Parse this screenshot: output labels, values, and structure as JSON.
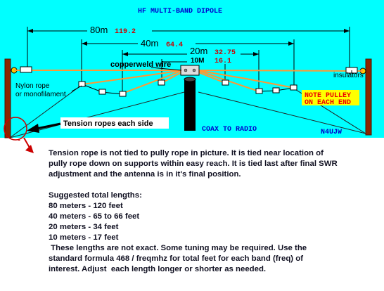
{
  "diagram": {
    "title": "HF MULTI-BAND DIPOLE",
    "bands": [
      {
        "label": "80m",
        "length": "119.2"
      },
      {
        "label": "40m",
        "length": "64.4"
      },
      {
        "label": "20m",
        "length": "32.75"
      },
      {
        "label": "10M",
        "length": "16.1"
      }
    ],
    "labels": {
      "copperweld": "copperweld wire",
      "insulators": "insulators",
      "nylon_line1": "Nylon rope",
      "nylon_line2": "or monofilament",
      "tension": "Tension ropes each side",
      "coax": "COAX TO RADIO",
      "note_line1": "NOTE PULLEY",
      "note_line2": "ON EACH END",
      "callsign": "N4UJW"
    },
    "colors": {
      "sky": "#00ffff",
      "ground": "#ffffff",
      "wire": "#ff9933",
      "mast": "#8b2500",
      "title": "#0000cc",
      "length": "#cc0000",
      "note_bg": "#ffff00",
      "note_text": "#ee0000"
    }
  },
  "notes": {
    "paragraph": [
      "Tension rope is not tied to pully rope in picture. It is tied near location of",
      "pully rope down on supports within easy reach. It is tied last after final SWR",
      "adjustment and the antenna is in it's final position."
    ],
    "heading": "Suggested total lengths:",
    "lengths": [
      "80 meters - 120 feet",
      "40 meters - 65 to 66 feet",
      "20 meters - 34 feet",
      "10 meters - 17 feet"
    ],
    "closing": [
      " These lengths are not exact. Some tuning may be required. Use the",
      "standard formula 468 / freqmhz for total feet for each band (freq) of",
      "interest. Adjust  each length longer or shorter as needed."
    ]
  }
}
